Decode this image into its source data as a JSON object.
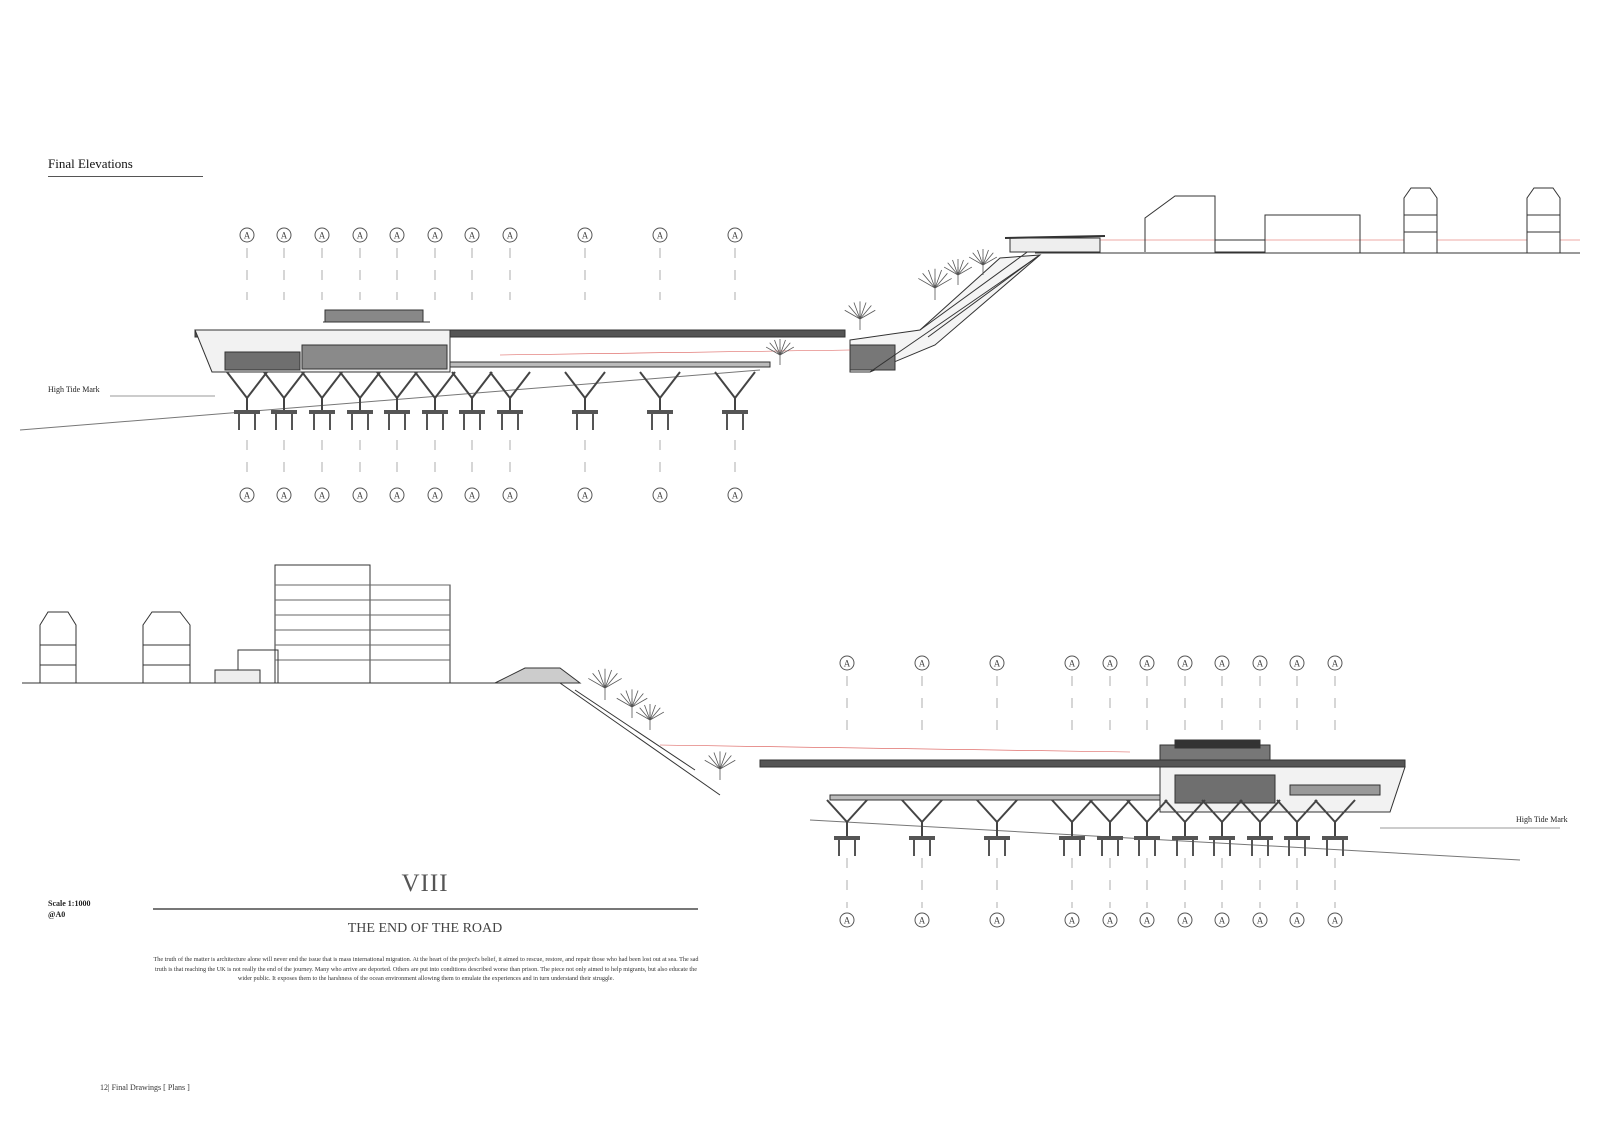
{
  "page": {
    "section_title": "Final Elevations",
    "tide_label_top": "High Tide Mark",
    "tide_label_bottom": "High Tide Mark",
    "grid_marker": "A",
    "scale_line1": "Scale 1:1000",
    "scale_line2": "@A0",
    "chapter_number": "VIII",
    "chapter_title": "THE END OF THE ROAD",
    "body_text": "The truth of the matter is architecture alone will never end the issue that is mass international migration. At the heart of the project's belief, it aimed to rescue, restore, and repair those who had been lost out at sea. The sad truth is that reaching the UK is not really the end of the journey. Many who arrive are deported. Others are put into conditions described worse than prison. The piece not only aimed to help migrants, but also educate the wider public. It exposes them to the harshness of the ocean environment allowing them to emulate the experiences and in turn understand their struggle.",
    "footer": "12| Final Drawings [ Plans ]"
  },
  "colors": {
    "line": "#333333",
    "light_line": "#888888",
    "accent_red": "#d9534f",
    "glass": "#6f6f6f"
  }
}
